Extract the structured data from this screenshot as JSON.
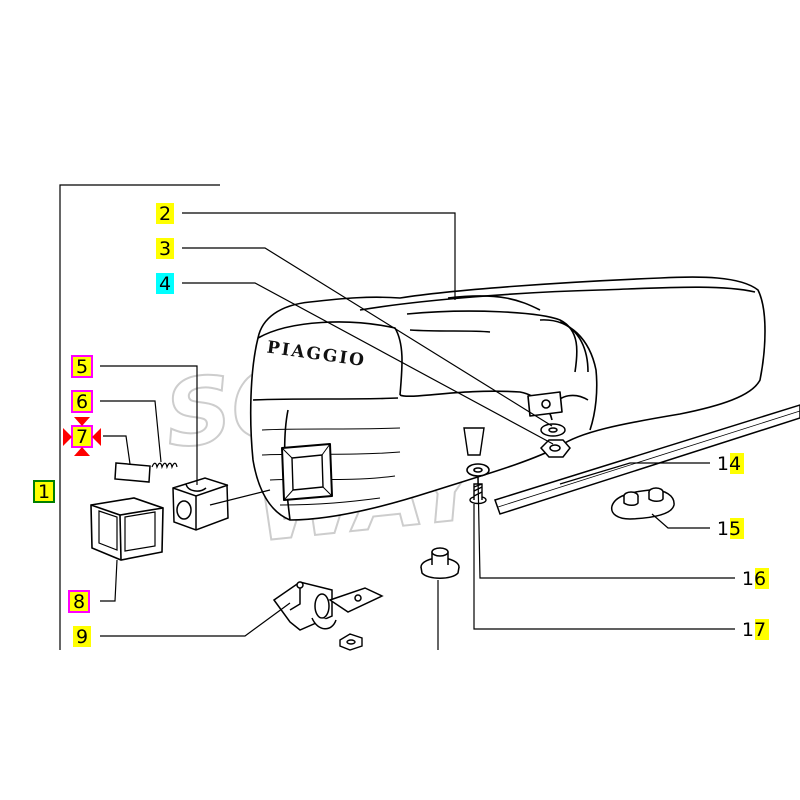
{
  "brand_label": "PIAGGIO",
  "watermark": {
    "line1": "SOFT",
    "line2": "WAY"
  },
  "callouts": [
    {
      "id": "1",
      "label": "1",
      "highlight": "#ffff00",
      "border": "#008000"
    },
    {
      "id": "2",
      "label": "2",
      "highlight": "#ffff00",
      "border": ""
    },
    {
      "id": "3",
      "label": "3",
      "highlight": "#ffff00",
      "border": ""
    },
    {
      "id": "4",
      "label": "4",
      "highlight": "#00ffff",
      "border": ""
    },
    {
      "id": "5",
      "label": "5",
      "highlight": "#ffff00",
      "border": "#ff00ff"
    },
    {
      "id": "6",
      "label": "6",
      "highlight": "#ffff00",
      "border": "#ff00ff"
    },
    {
      "id": "7",
      "label": "7",
      "highlight": "#ffff00",
      "border": "#ff00ff"
    },
    {
      "id": "8",
      "label": "8",
      "highlight": "#ffff00",
      "border": "#ff00ff"
    },
    {
      "id": "9",
      "label": "9",
      "highlight": "#ffff00",
      "border": ""
    },
    {
      "id": "14",
      "label": "14",
      "highlight": "#ffff00",
      "border": ""
    },
    {
      "id": "15",
      "label": "15",
      "highlight": "#ffff00",
      "border": ""
    },
    {
      "id": "16",
      "label": "16",
      "highlight": "#ffff00",
      "border": ""
    },
    {
      "id": "17",
      "label": "17",
      "highlight": "#ffff00",
      "border": ""
    }
  ],
  "colors": {
    "line": "#000000",
    "marker_red": "#ff0000",
    "watermark": "#bdbdbd"
  }
}
